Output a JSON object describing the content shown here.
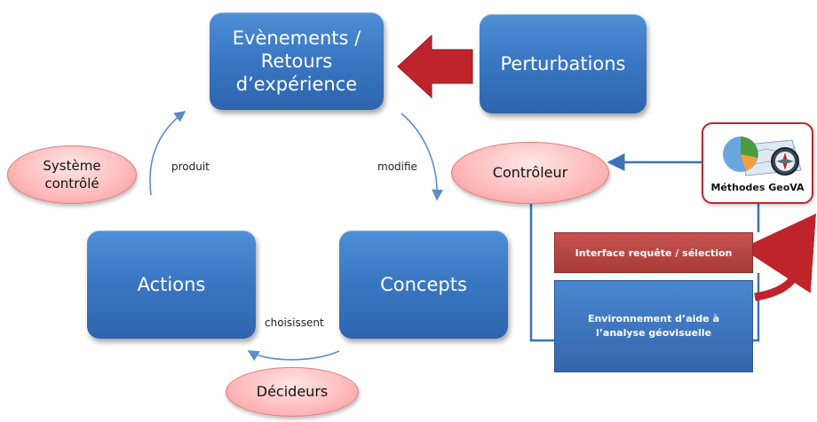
{
  "boxes": {
    "evenements": {
      "line1": "Evènements /",
      "line2": "Retours",
      "line3": "d’expérience"
    },
    "perturbations": "Perturbations",
    "actions": "Actions",
    "concepts": "Concepts"
  },
  "ovals": {
    "systeme": {
      "line1": "Système",
      "line2": "contrôlé"
    },
    "controleur": "Contrôleur",
    "decideurs": "Décideurs"
  },
  "labels": {
    "produit": "produit",
    "modifie": "modifie",
    "choisissent": "choisissent"
  },
  "geova": {
    "title": "Méthodes GeoVA",
    "interface": "Interface requête / sélection",
    "environment": "Environnement d’aide à l’analyse géovisuelle"
  },
  "colors": {
    "box_blue": "#3a78c4",
    "oval_pink": "#ffbdbd",
    "arrow_red": "#c0242b",
    "connector_blue": "#5b8ec9"
  },
  "icons": [
    "pie-chart-icon",
    "compass-icon",
    "map-icon"
  ]
}
